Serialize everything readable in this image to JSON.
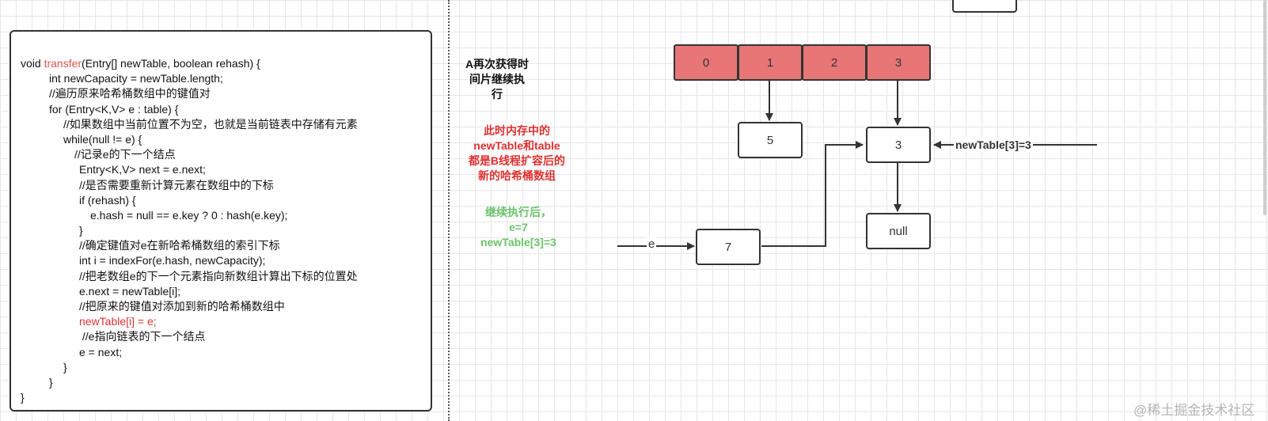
{
  "code": {
    "lines": [
      {
        "prefix": "void ",
        "fn": "transfer",
        "rest": "(Entry[] newTable, boolean rehash) {",
        "indent": 0
      },
      {
        "text": "int newCapacity = newTable.length;",
        "indent": 1
      },
      {
        "text": "//遍历原来哈希桶数组中的键值对",
        "indent": 1
      },
      {
        "text": "for (Entry<K,V> e : table) {",
        "indent": 1
      },
      {
        "text": "//如果数组中当前位置不为空，也就是当前链表中存储有元素",
        "indent": 2
      },
      {
        "text": "while(null != e) {",
        "indent": 2
      },
      {
        "text": "//记录e的下一个结点",
        "indent": 3
      },
      {
        "text": "Entry<K,V> next = e.next;",
        "indent": 4
      },
      {
        "text": "//是否需要重新计算元素在数组中的下标",
        "indent": 4
      },
      {
        "text": "if (rehash) {",
        "indent": 4
      },
      {
        "text": "e.hash = null == e.key ? 0 : hash(e.key);",
        "indent": 5
      },
      {
        "text": "}",
        "indent": 4
      },
      {
        "text": "//确定键值对e在新哈希桶数组的索引下标",
        "indent": 4
      },
      {
        "text": "int i = indexFor(e.hash, newCapacity);",
        "indent": 4
      },
      {
        "text": "//把老数组e的下一个元素指向新数组计算出下标的位置处",
        "indent": 4
      },
      {
        "text": "e.next = newTable[i];",
        "indent": 4
      },
      {
        "text": "//把原来的键值对添加到新的哈希桶数组中",
        "indent": 4
      },
      {
        "text": "newTable[i] = e;",
        "indent": 4,
        "highlight": true
      },
      {
        "text": " //e指向链表的下一个结点",
        "indent": 4
      },
      {
        "text": "e = next;",
        "indent": 4
      },
      {
        "text": "}",
        "indent": 3
      },
      {
        "text": "}",
        "indent": 2
      },
      {
        "text": "}",
        "indent": 0
      }
    ]
  },
  "notes": {
    "a_resumes": "A再次获得时\n间片继续执\n行",
    "memory_note": "此时内存中的\nnewTable和table\n都是B线程扩容后的\n新的哈希桶数组",
    "after_note": "继续执行后，\ne=7\nnewTable[3]=3"
  },
  "diagram": {
    "array_cells": [
      "0",
      "1",
      "2",
      "3"
    ],
    "nodes": {
      "five": "5",
      "three": "3",
      "null": "null",
      "seven": "7"
    },
    "labels": {
      "e": "e",
      "new_table_3": "newTable[3]=3"
    }
  },
  "watermark": "@稀土掘金技术社区",
  "colors": {
    "array_fill": "#e87676",
    "red_text": "#e03131",
    "green_text": "#6cc36c",
    "function_name": "#e05252"
  }
}
